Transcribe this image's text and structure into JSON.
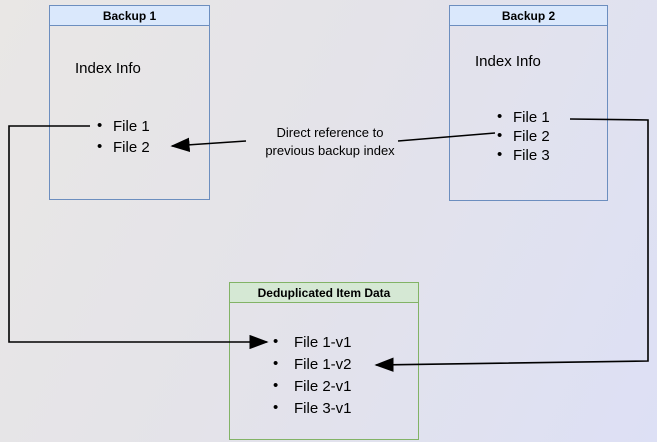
{
  "diagram": {
    "backup1": {
      "title": "Backup 1",
      "body_label": "Index Info",
      "items": [
        "File 1",
        "File 2"
      ]
    },
    "backup2": {
      "title": "Backup 2",
      "body_label": "Index Info",
      "items": [
        "File 1",
        "File 2",
        "File 3"
      ]
    },
    "dedup": {
      "title": "Deduplicated Item Data",
      "items": [
        "File 1-v1",
        "File 1-v2",
        "File 2-v1",
        "File 3-v1"
      ]
    },
    "annotation": {
      "line1": "Direct reference to",
      "line2": "previous backup index"
    },
    "colors": {
      "blue_box_border": "#6c8ebf",
      "blue_box_header_fill": "#dae8fc",
      "green_box_border": "#82b366",
      "green_box_header_fill": "#d5e8d4",
      "arrow": "#000000",
      "background_start": "#e9e7e5",
      "background_end": "#dde0f5"
    }
  }
}
